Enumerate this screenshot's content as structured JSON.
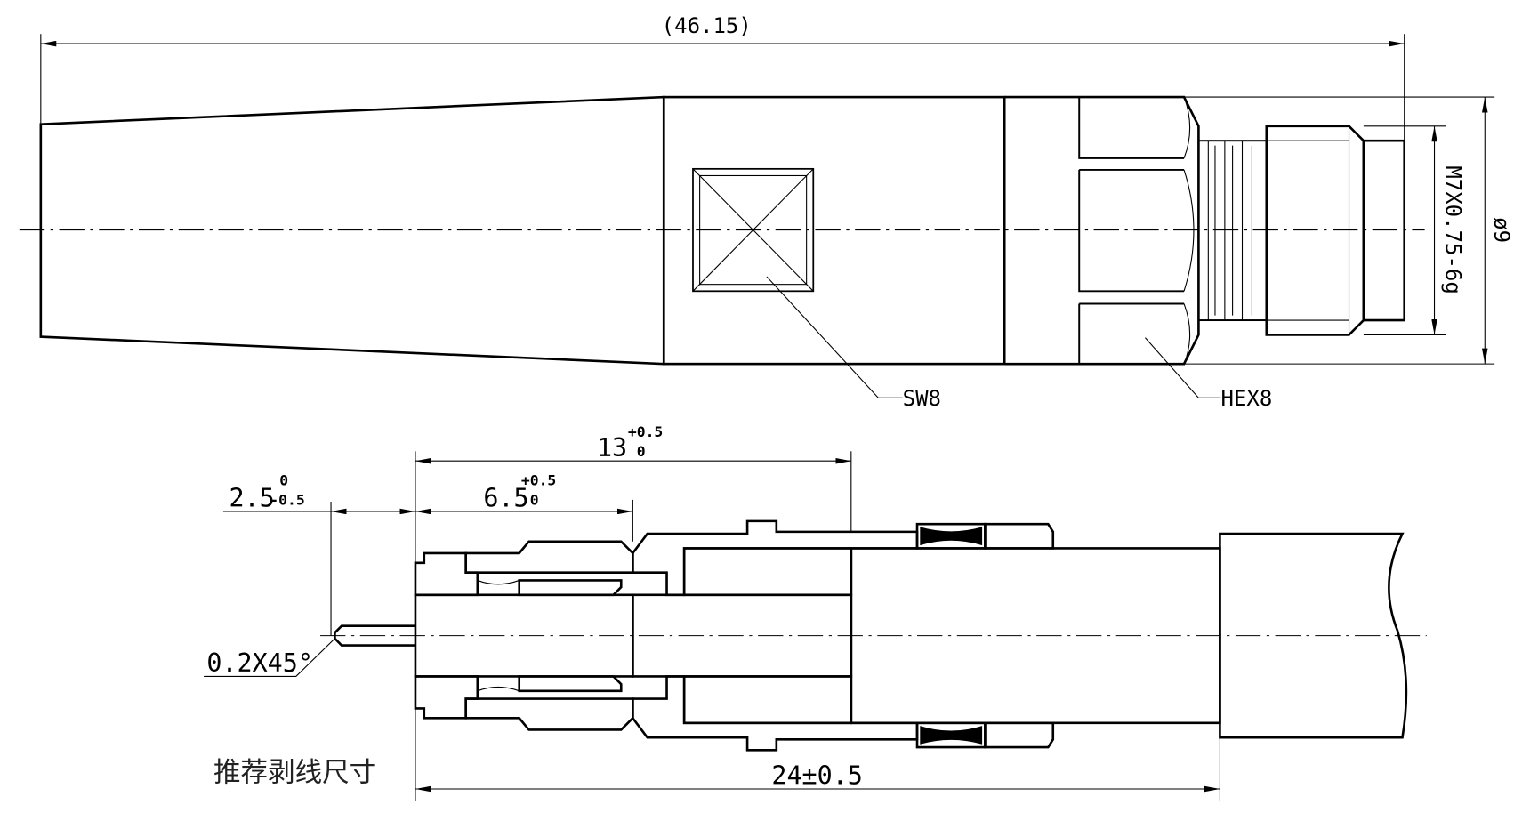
{
  "top_view": {
    "overall_length": "(46.15)",
    "thread_spec": "M7X0.75-6g",
    "outer_diameter": "ø9",
    "wrench_flat_label": "SW8",
    "hex_label": "HEX8"
  },
  "section_view": {
    "dim_13": {
      "nominal": "13",
      "upper_tol": "+0.5",
      "lower_tol": "0"
    },
    "dim_6_5": {
      "nominal": "6.5",
      "upper_tol": "+0.5",
      "lower_tol": "0"
    },
    "dim_2_5": {
      "nominal": "2.5",
      "upper_tol": "0",
      "lower_tol": "-0.5"
    },
    "chamfer": "0.2X45°",
    "dim_24": "24±0.5",
    "caption": "推荐剥线尺寸"
  }
}
